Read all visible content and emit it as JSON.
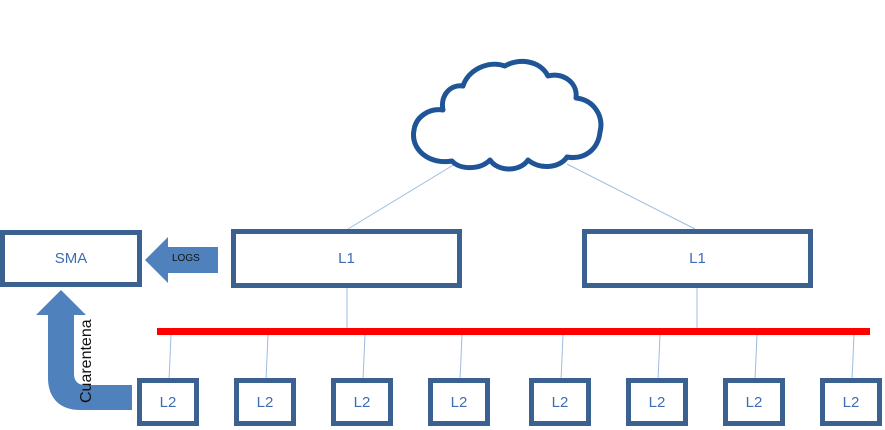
{
  "colors": {
    "box_border": "#3a6190",
    "box_text": "#3e6db3",
    "arrow_fill": "#4f81bd",
    "bus": "#ff0000",
    "connector": "#9dbde0",
    "cloud": "#1f5597"
  },
  "cloud": {
    "icon": "cloud-icon"
  },
  "sma": {
    "label": "SMA"
  },
  "logs_arrow": {
    "label": "LOGS"
  },
  "quarantine_arrow": {
    "label": "Cuarentena"
  },
  "l1_nodes": [
    {
      "label": "L1"
    },
    {
      "label": "L1"
    }
  ],
  "l2_nodes": [
    {
      "label": "L2"
    },
    {
      "label": "L2"
    },
    {
      "label": "L2"
    },
    {
      "label": "L2"
    },
    {
      "label": "L2"
    },
    {
      "label": "L2"
    },
    {
      "label": "L2"
    },
    {
      "label": "L2"
    }
  ]
}
